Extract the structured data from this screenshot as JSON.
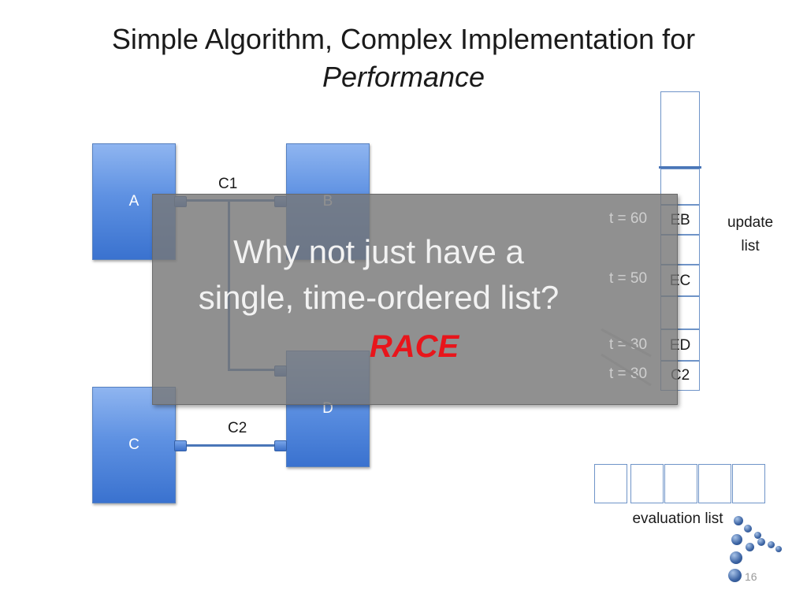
{
  "title": {
    "line1": "Simple Algorithm, Complex Implementation for",
    "line2": "Performance"
  },
  "blocks": {
    "a": "A",
    "b": "B",
    "c": "C",
    "d": "D"
  },
  "connections": {
    "c1": "C1",
    "c2": "C2"
  },
  "update_list": {
    "label": "update list",
    "entries": [
      {
        "time": "t = 60",
        "item": "EB"
      },
      {
        "time": "t = 50",
        "item": "EC"
      },
      {
        "time": "t = 30",
        "item": "ED"
      },
      {
        "time": "t = 30",
        "item": "C2"
      }
    ]
  },
  "evaluation_list": {
    "label": "evaluation list",
    "slots": 5
  },
  "overlay": {
    "question": "Why not just have a single, time-ordered list?",
    "answer": "RACE"
  },
  "page_number": "16",
  "colors": {
    "block": "#5e91e2",
    "wire": "#4a76b8",
    "race": "#e8151b",
    "overlay": "#787878"
  }
}
